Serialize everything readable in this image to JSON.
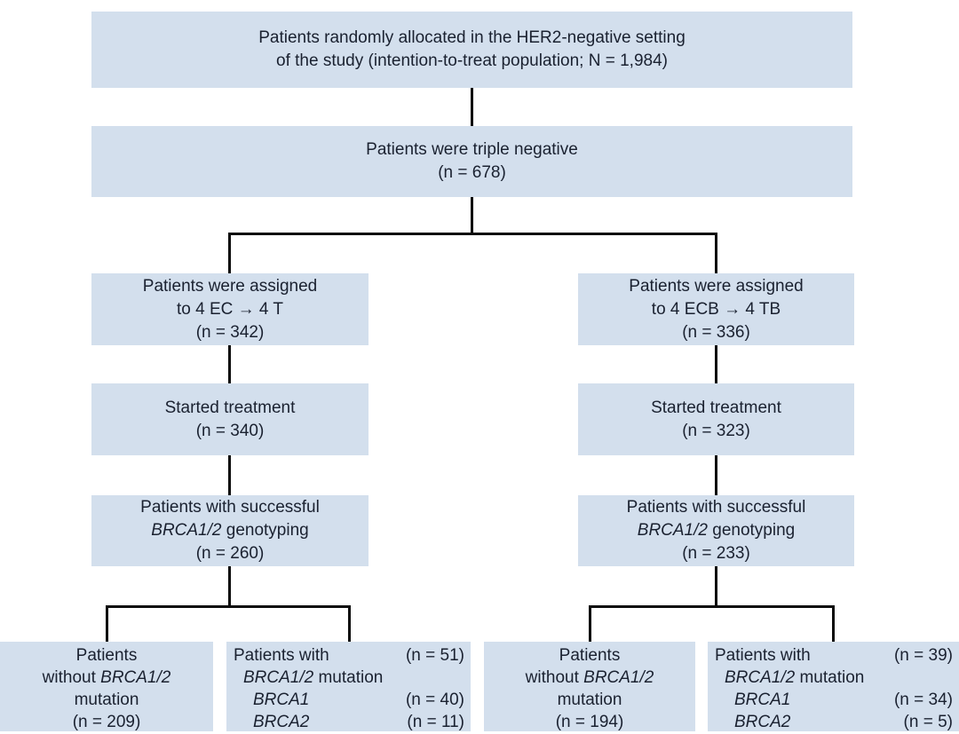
{
  "colors": {
    "box_fill": "#d3dfed",
    "text": "#1a2130",
    "connector": "#0b0b0b",
    "background": "#ffffff"
  },
  "nodes": {
    "allocated": {
      "line1": "Patients randomly allocated in the HER2-negative setting",
      "line2": "of the study (intention-to-treat population; N = 1,984)"
    },
    "triple_negative": {
      "line1": "Patients were triple negative",
      "line2": "(n = 678)"
    },
    "assigned_left": {
      "line1": "Patients were assigned",
      "line2": "to 4 EC → 4 T",
      "line3": "(n = 342)"
    },
    "assigned_right": {
      "line1": "Patients were assigned",
      "line2": "to 4 ECB → 4 TB",
      "line3": "(n = 336)"
    },
    "started_left": {
      "line1": "Started treatment",
      "line2": "(n = 340)"
    },
    "started_right": {
      "line1": "Started treatment",
      "line2": "(n = 323)"
    },
    "genotyped_left": {
      "line1": "Patients with successful",
      "line2_gene": "BRCA1/2",
      "line2_rest": " genotyping",
      "line3": "(n = 260)"
    },
    "genotyped_right": {
      "line1": "Patients with successful",
      "line2_gene": "BRCA1/2",
      "line2_rest": " genotyping",
      "line3": "(n = 233)"
    },
    "no_mutation_left": {
      "line1": "Patients",
      "line2_pre": "without ",
      "line2_gene": "BRCA1/2",
      "line3": "mutation",
      "line4": "(n = 209)"
    },
    "mutation_left": {
      "header_label": "Patients with",
      "header_n": "(n = 51)",
      "gene_line_gene": "BRCA1/2",
      "gene_line_rest": " mutation",
      "rows": [
        {
          "gene": "BRCA1",
          "n": "(n = 40)"
        },
        {
          "gene": "BRCA2",
          "n": "(n = 11)"
        }
      ]
    },
    "no_mutation_right": {
      "line1": "Patients",
      "line2_pre": "without ",
      "line2_gene": "BRCA1/2",
      "line3": "mutation",
      "line4": "(n = 194)"
    },
    "mutation_right": {
      "header_label": "Patients with",
      "header_n": "(n = 39)",
      "gene_line_gene": "BRCA1/2",
      "gene_line_rest": " mutation",
      "rows": [
        {
          "gene": "BRCA1",
          "n": "(n = 34)"
        },
        {
          "gene": "BRCA2",
          "n": "(n = 5)"
        }
      ]
    }
  }
}
